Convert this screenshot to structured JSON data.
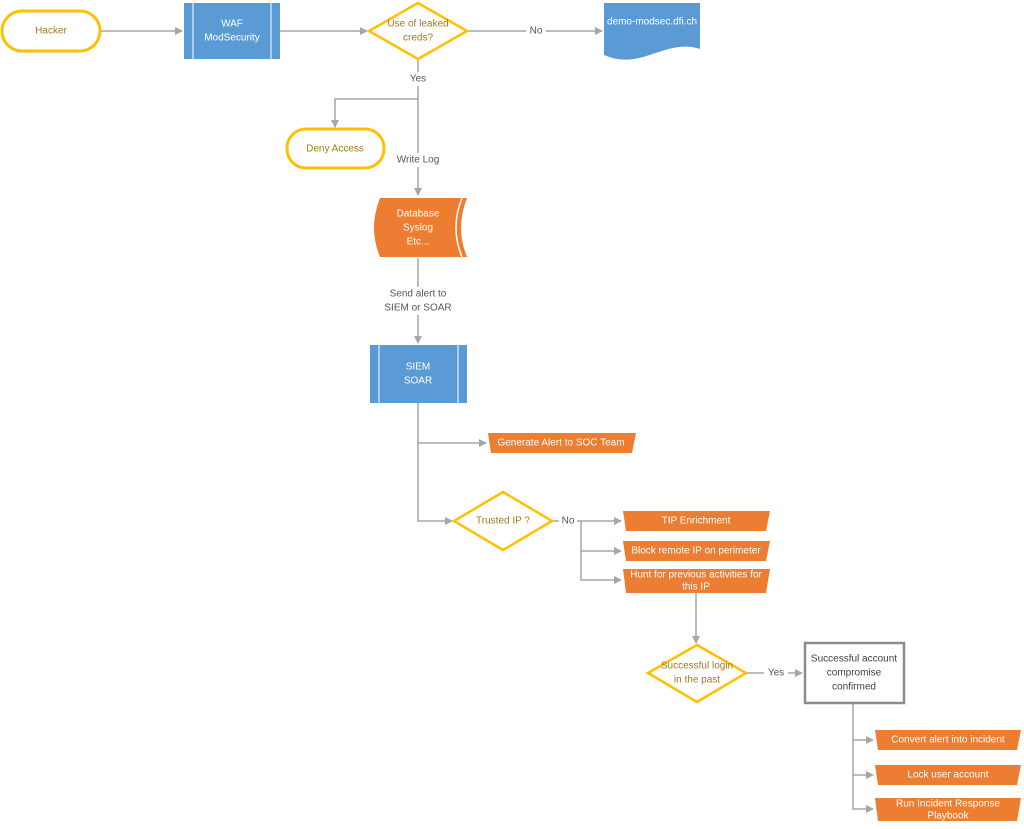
{
  "nodes": {
    "hacker": "Hacker",
    "waf_line1": "WAF",
    "waf_line2": "ModSecurity",
    "leaked_line1": "Use of leaked",
    "leaked_line2": "creds?",
    "demo_site": "demo-modsec.dfi.ch",
    "deny_access": "Deny Access",
    "db_line1": "Database",
    "db_line2": "Syslog",
    "db_line3": "Etc...",
    "siem_line1": "SIEM",
    "siem_line2": "SOAR",
    "generate_alert": "Generate Alert to SOC Team",
    "trusted_ip": "Trusted IP ?",
    "tip_enrichment": "TIP Enrichment",
    "block_ip": "Block remote IP on perimeter",
    "hunt_line1": "Hunt for previous activities for",
    "hunt_line2": "this IP",
    "login_line1": "Successful login",
    "login_line2": "in the past",
    "compromise_line1": "Successful account",
    "compromise_line2": "compromise",
    "compromise_line3": "confirmed",
    "convert_incident": "Convert alert into incident",
    "lock_account": "Lock user account",
    "playbook_line1": "Run Incident Response",
    "playbook_line2": "Playbook"
  },
  "edges": {
    "leaked_no": "No",
    "leaked_yes": "Yes",
    "write_log": "Write Log",
    "send_alert_line1": "Send alert to",
    "send_alert_line2": "SIEM or SOAR",
    "trusted_no": "No",
    "login_yes": "Yes"
  },
  "colors": {
    "process_blue": "#5b9bd5",
    "orange": "#ed7d31",
    "decision_yellow": "#ffc000",
    "decision_text": "#a5781c",
    "gray_line": "#a6a6a6",
    "gray_box": "#8c8c8c"
  }
}
